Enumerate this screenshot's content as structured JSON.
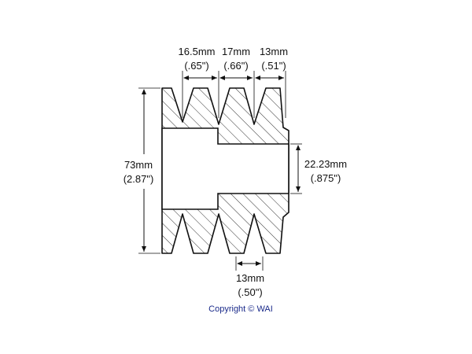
{
  "dimensions": {
    "groove_width_1": {
      "metric": "16.5mm",
      "imperial": "(.65\")"
    },
    "groove_width_2": {
      "metric": "17mm",
      "imperial": "(.66\")"
    },
    "groove_width_3": {
      "metric": "13mm",
      "imperial": "(.51\")"
    },
    "outer_diameter": {
      "metric": "73mm",
      "imperial": "(2.87\")"
    },
    "bore_diameter": {
      "metric": "22.23mm",
      "imperial": "(.875\")"
    },
    "bottom_groove": {
      "metric": "13mm",
      "imperial": "(.50\")"
    }
  },
  "copyright": "Copyright © WAI",
  "colors": {
    "line": "#111111",
    "copyright": "#1a2a8a",
    "background": "#ffffff"
  }
}
